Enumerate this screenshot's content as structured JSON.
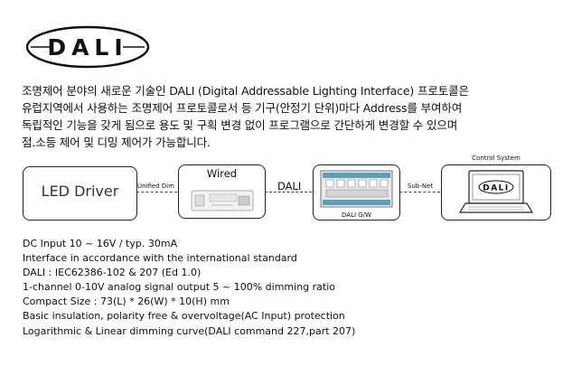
{
  "logo": {
    "text": "DALI"
  },
  "intro": {
    "lines": [
      "조명제어 분야의 새로운 기술인 DALI (Digital Addressable Lighting Interface) 프로토콜은",
      "유럽지역에서 사용하는 조명제어 프로토콜로서 등 기구(안정기 단위)마다 Address를 부여하여",
      "독립적인 기능을 갖게 됨으로 용도 및 구획 변경 없이 프로그램으로 간단하게 변경할 수 있으며",
      "점.소등 제어 및 디밍 제어가 가능합니다."
    ]
  },
  "diagram": {
    "led_driver": "LED Driver",
    "link1": "Unified Dim",
    "wired": "Wired",
    "link2": "DALI",
    "gateway": "DALI G/W",
    "link3": "Sub-Net",
    "control_system": "Control System",
    "screen_logo": "DALI"
  },
  "specs": [
    "DC Input 10 ~ 16V / typ. 30mA",
    "Interface in accordance with the international standard",
    "DALI : IEC62386-102 & 207 (Ed 1.0)",
    "1-channel 0-10V analog signal output 5 ~ 100% dimming ratio",
    "Compact Size : 73(L) * 26(W) * 10(H) mm",
    "Basic insulation, polarity free & overvoltage(AC Input) protection",
    "Logarithmic & Linear dimming curve(DALI command 227,part 207)"
  ]
}
